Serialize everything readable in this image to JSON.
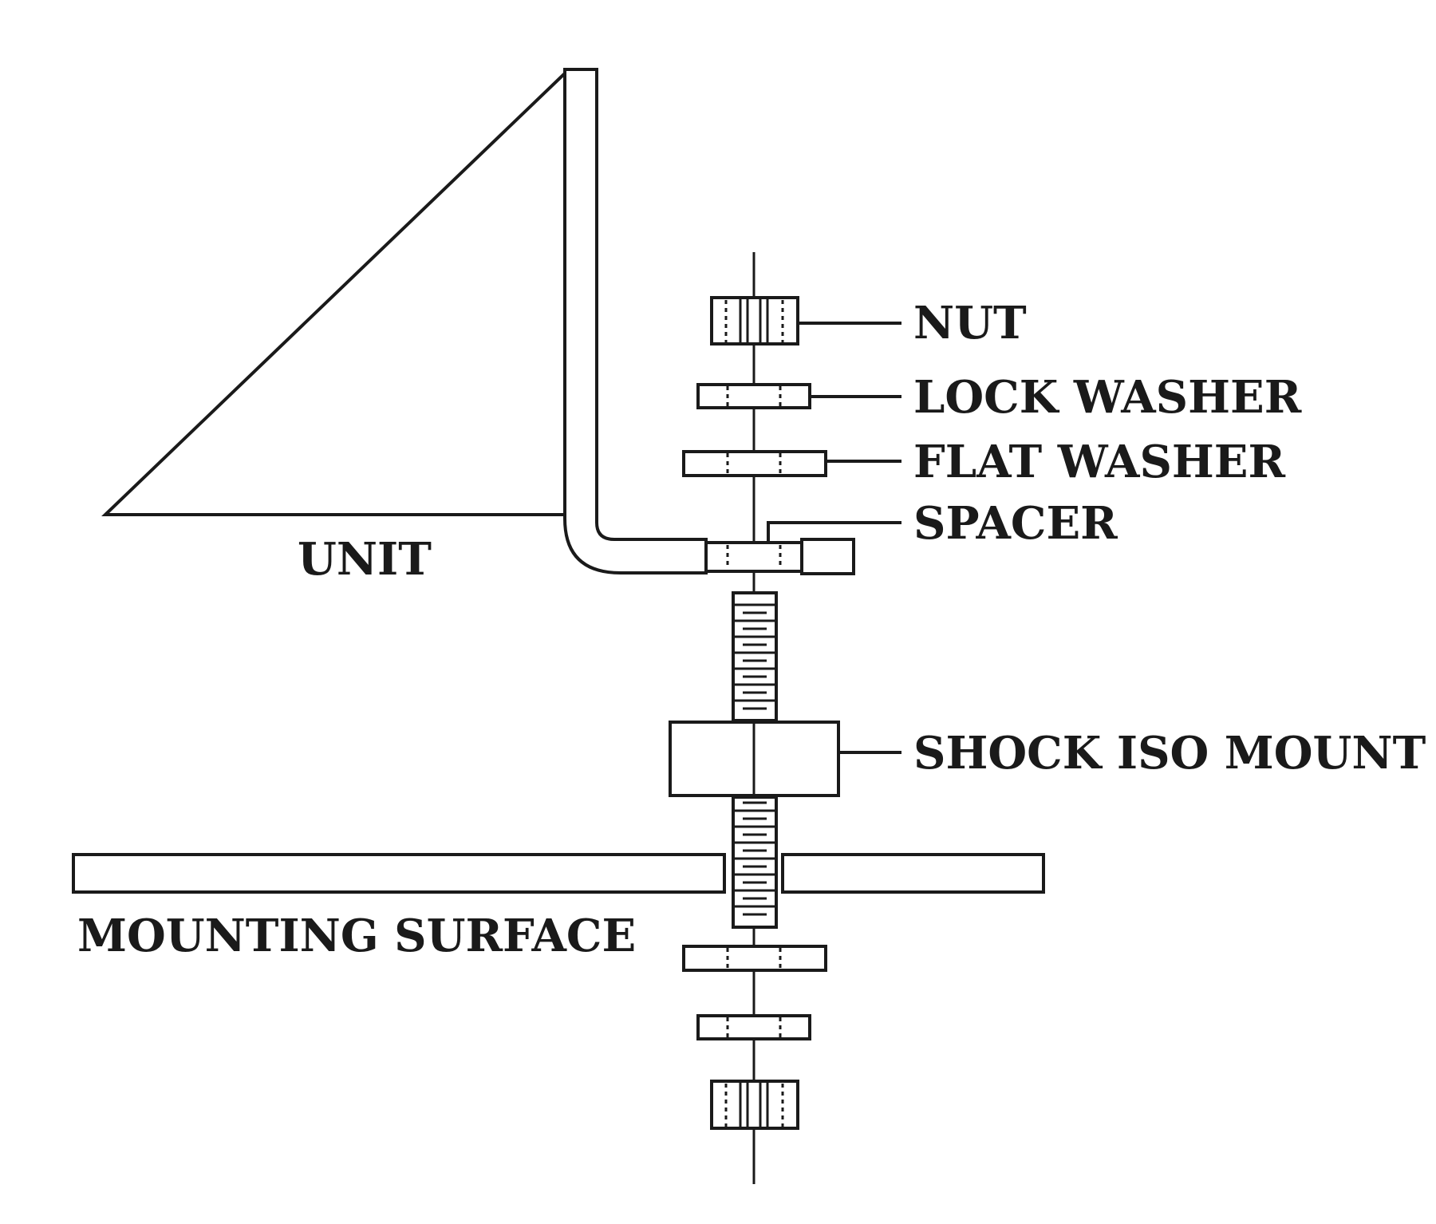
{
  "labels": {
    "unit": "UNIT",
    "nut": "NUT",
    "lock_washer": "LOCK WASHER",
    "flat_washer": "FLAT WASHER",
    "spacer": "SPACER",
    "shock_iso_mount": "SHOCK ISO MOUNT",
    "mounting_surface": "MOUNTING SURFACE"
  },
  "colors": {
    "ink": "#1a1a1a",
    "background": "#ffffff"
  }
}
